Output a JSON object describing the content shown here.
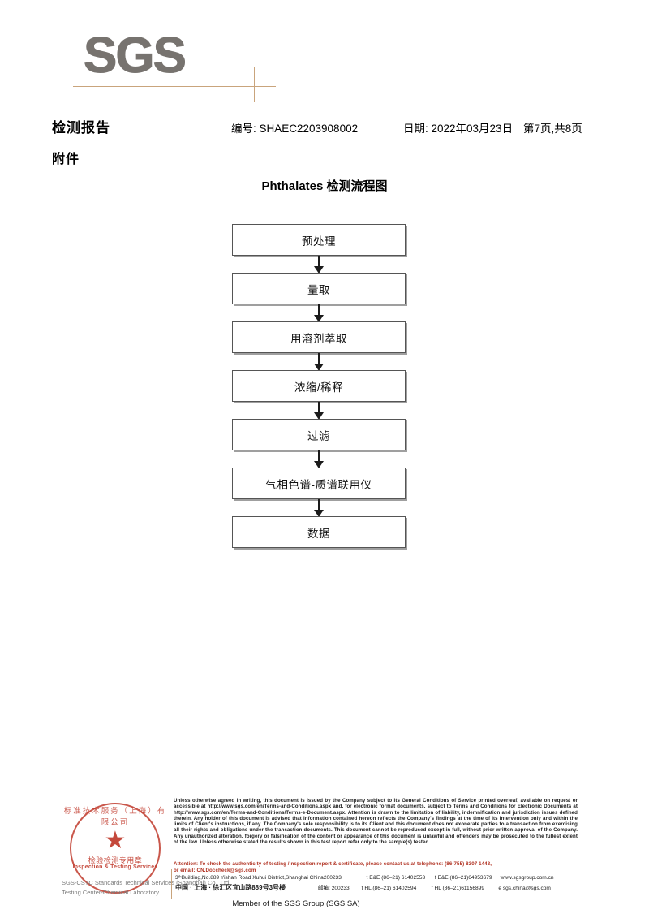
{
  "header": {
    "logo_text": "SGS",
    "doc_title": "检测报告",
    "report_no": "编号: SHAEC2203908002",
    "report_date": "日期: 2022年03月23日",
    "page_count": "第7页,共8页",
    "attachment_label": "附件"
  },
  "flowchart": {
    "title": "Phthalates 检测流程图",
    "nodes": [
      {
        "label": "预处理"
      },
      {
        "label": "量取"
      },
      {
        "label": "用溶剂萃取"
      },
      {
        "label": "浓缩/稀释"
      },
      {
        "label": "过滤"
      },
      {
        "label": "气相色谱-质谱联用仪"
      },
      {
        "label": "数据"
      }
    ]
  },
  "seal": {
    "arc_top": "标准技术服务（上海）有限公司",
    "star": "★",
    "cn_label": "检验检测专用章",
    "en_label": "Inspection & Testing Services",
    "watermark_cn": "SGS-CSTC Standards Technical Services (Shanghai) Co., Ltd.",
    "watermark_en": "Testing Center-Chemical Laboratory"
  },
  "footer": {
    "legal_paragraphs": [
      "Unless otherwise agreed in writing, this document is issued by the Company subject to its General Conditions of Service printed overleaf, available on request or accessible at http://www.sgs.com/en/Terms-and-Conditions.aspx and, for electronic format documents, subject to Terms and Conditions for Electronic Documents at http://www.sgs.com/en/Terms-and-Conditions/Terms-e-Document.aspx. Attention is drawn to the limitation of liability, indemnification and jurisdiction issues defined therein. Any holder of this document is advised that information contained hereon reflects the Company's findings at the time of its intervention only and within the limits of Client's instructions, if any. The Company's sole responsibility is to its Client and this document does not exonerate parties to a transaction from exercising all their rights and obligations under the transaction documents. This document cannot be reproduced except in full, without prior written approval of the Company. Any unauthorized alteration, forgery or falsification of the content or appearance of this document is unlawful and offenders may be prosecuted to the fullest extent of the law. Unless otherwise stated the results shown in this test report refer only to the sample(s) tested ."
    ],
    "attention_lines": [
      "Attention: To check the authenticity of testing /inspection report & certificate, please contact us at telephone: (86-755) 8307 1443,",
      "or email: CN.Doccheck@sgs.com"
    ],
    "address_rows": [
      {
        "address": "3ᵗʰBuilding,No.889 Yishan Road Xuhui District,Shanghai China",
        "zip": "200233",
        "tel1": "t E&E (86–21) 61402553",
        "tel2": "f E&E (86–21)64953679",
        "web": "www.sgsgroup.com.cn"
      },
      {
        "address": "中国 · 上海 · 徐汇区宜山路889号3号楼",
        "zip": "邮编: 200233",
        "tel1": "t HL (86–21) 61402594",
        "tel2": "f HL (86–21)61156899",
        "web": "e  sgs.china@sgs.com"
      }
    ],
    "member_line": "Member of the SGS Group (SGS SA)"
  },
  "colors": {
    "rule_tan": "#c9a47c",
    "logo_gray": "#77736f",
    "seal_red": "#c0392b",
    "attention_red": "#b03020"
  }
}
